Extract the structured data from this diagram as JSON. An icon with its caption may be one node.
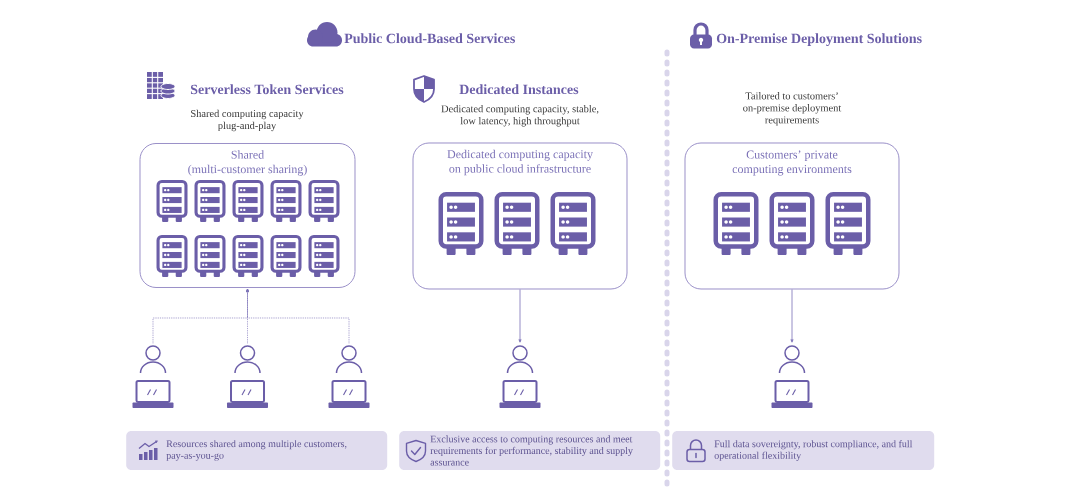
{
  "diagram": {
    "nodes": [
      {
        "text": [
          "Shared",
          "(multi-customer sharing)"
        ]
      },
      {
        "text": [
          "Dedicated computing capacity on public cloud infrastructure"
        ]
      },
      {
        "text": [
          "Customers’ private computing environments"
        ]
      },
      {
        "text": [],
        "shape": "person"
      },
      {
        "text": [],
        "shape": "person"
      },
      {
        "text": [],
        "shape": "person"
      },
      {
        "text": [],
        "shape": "person"
      },
      {
        "text": [],
        "shape": "person"
      },
      {
        "text": [
          "Resources shared among multiple customers, pay-as-you-go"
        ]
      },
      {
        "text": [
          "Exclusive access to computing resources and meet requirements for performance, stability and supply assurance"
        ]
      },
      {
        "text": [
          "Full data sovereignty, robust compliance, and full operational flexibility"
        ]
      }
    ],
    "edges": [
      {
        "from": 3,
        "to": 0,
        "arrow": "to",
        "style": "dashed"
      },
      {
        "from": 4,
        "to": 0,
        "arrow": "to",
        "style": "dashed"
      },
      {
        "from": 5,
        "to": 0,
        "arrow": "to",
        "style": "dashed"
      },
      {
        "from": 1,
        "to": 6,
        "arrow": "to"
      },
      {
        "from": 2,
        "to": 7,
        "arrow": "to"
      }
    ],
    "labels": [
      "Public Cloud-Based Services",
      "On-Premise Deployment Solutions",
      "Serverless Token Services",
      "Dedicated Instances",
      "Shared computing capacity plug-and-play",
      "Dedicated computing capacity, stable, low latency, high throughput",
      "Tailored to customers’ on-premise deployment requirements"
    ]
  }
}
